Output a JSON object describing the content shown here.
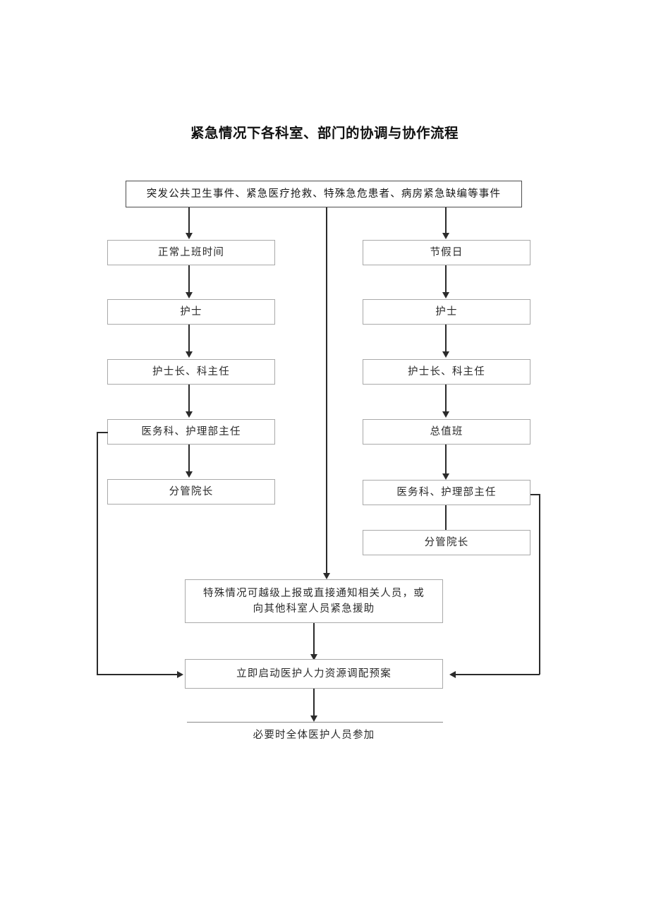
{
  "document": {
    "title": "紧急情况下各科室、部门的协调与协作流程"
  },
  "flowchart": {
    "type": "flowchart",
    "orientation": "top-down",
    "start": {
      "id": "trigger",
      "label": "突发公共卫生事件、紧急医疗抢救、特殊急危患者、病房紧急缺编等事件"
    },
    "branches": [
      {
        "name": "weekday",
        "header": "正常上班时间",
        "steps": [
          "护士",
          "护士长、科主任",
          "医务科、护理部主任",
          "分管院长"
        ]
      },
      {
        "name": "holiday",
        "header": "节假日",
        "steps": [
          "护士",
          "护士长、科主任",
          "总值班",
          "医务科、护理部主任",
          "分管院长"
        ]
      }
    ],
    "special_note": {
      "id": "escalation",
      "line1": "特殊情况可越级上报或直接通知相关人员，或",
      "line2": "向其他科室人员紧急援助"
    },
    "action": {
      "id": "activate-plan",
      "label": "立即启动医护人力资源调配预案"
    },
    "footnote": {
      "id": "all-staff",
      "label": "必要时全体医护人员参加"
    },
    "colors": {
      "box_border": "#a9a9a9",
      "box_border_strong": "#4d4d4d",
      "connector": "#2b2b2b",
      "rule": "#8a8a8a",
      "text": "#2a2a2a",
      "background": "#ffffff"
    }
  }
}
